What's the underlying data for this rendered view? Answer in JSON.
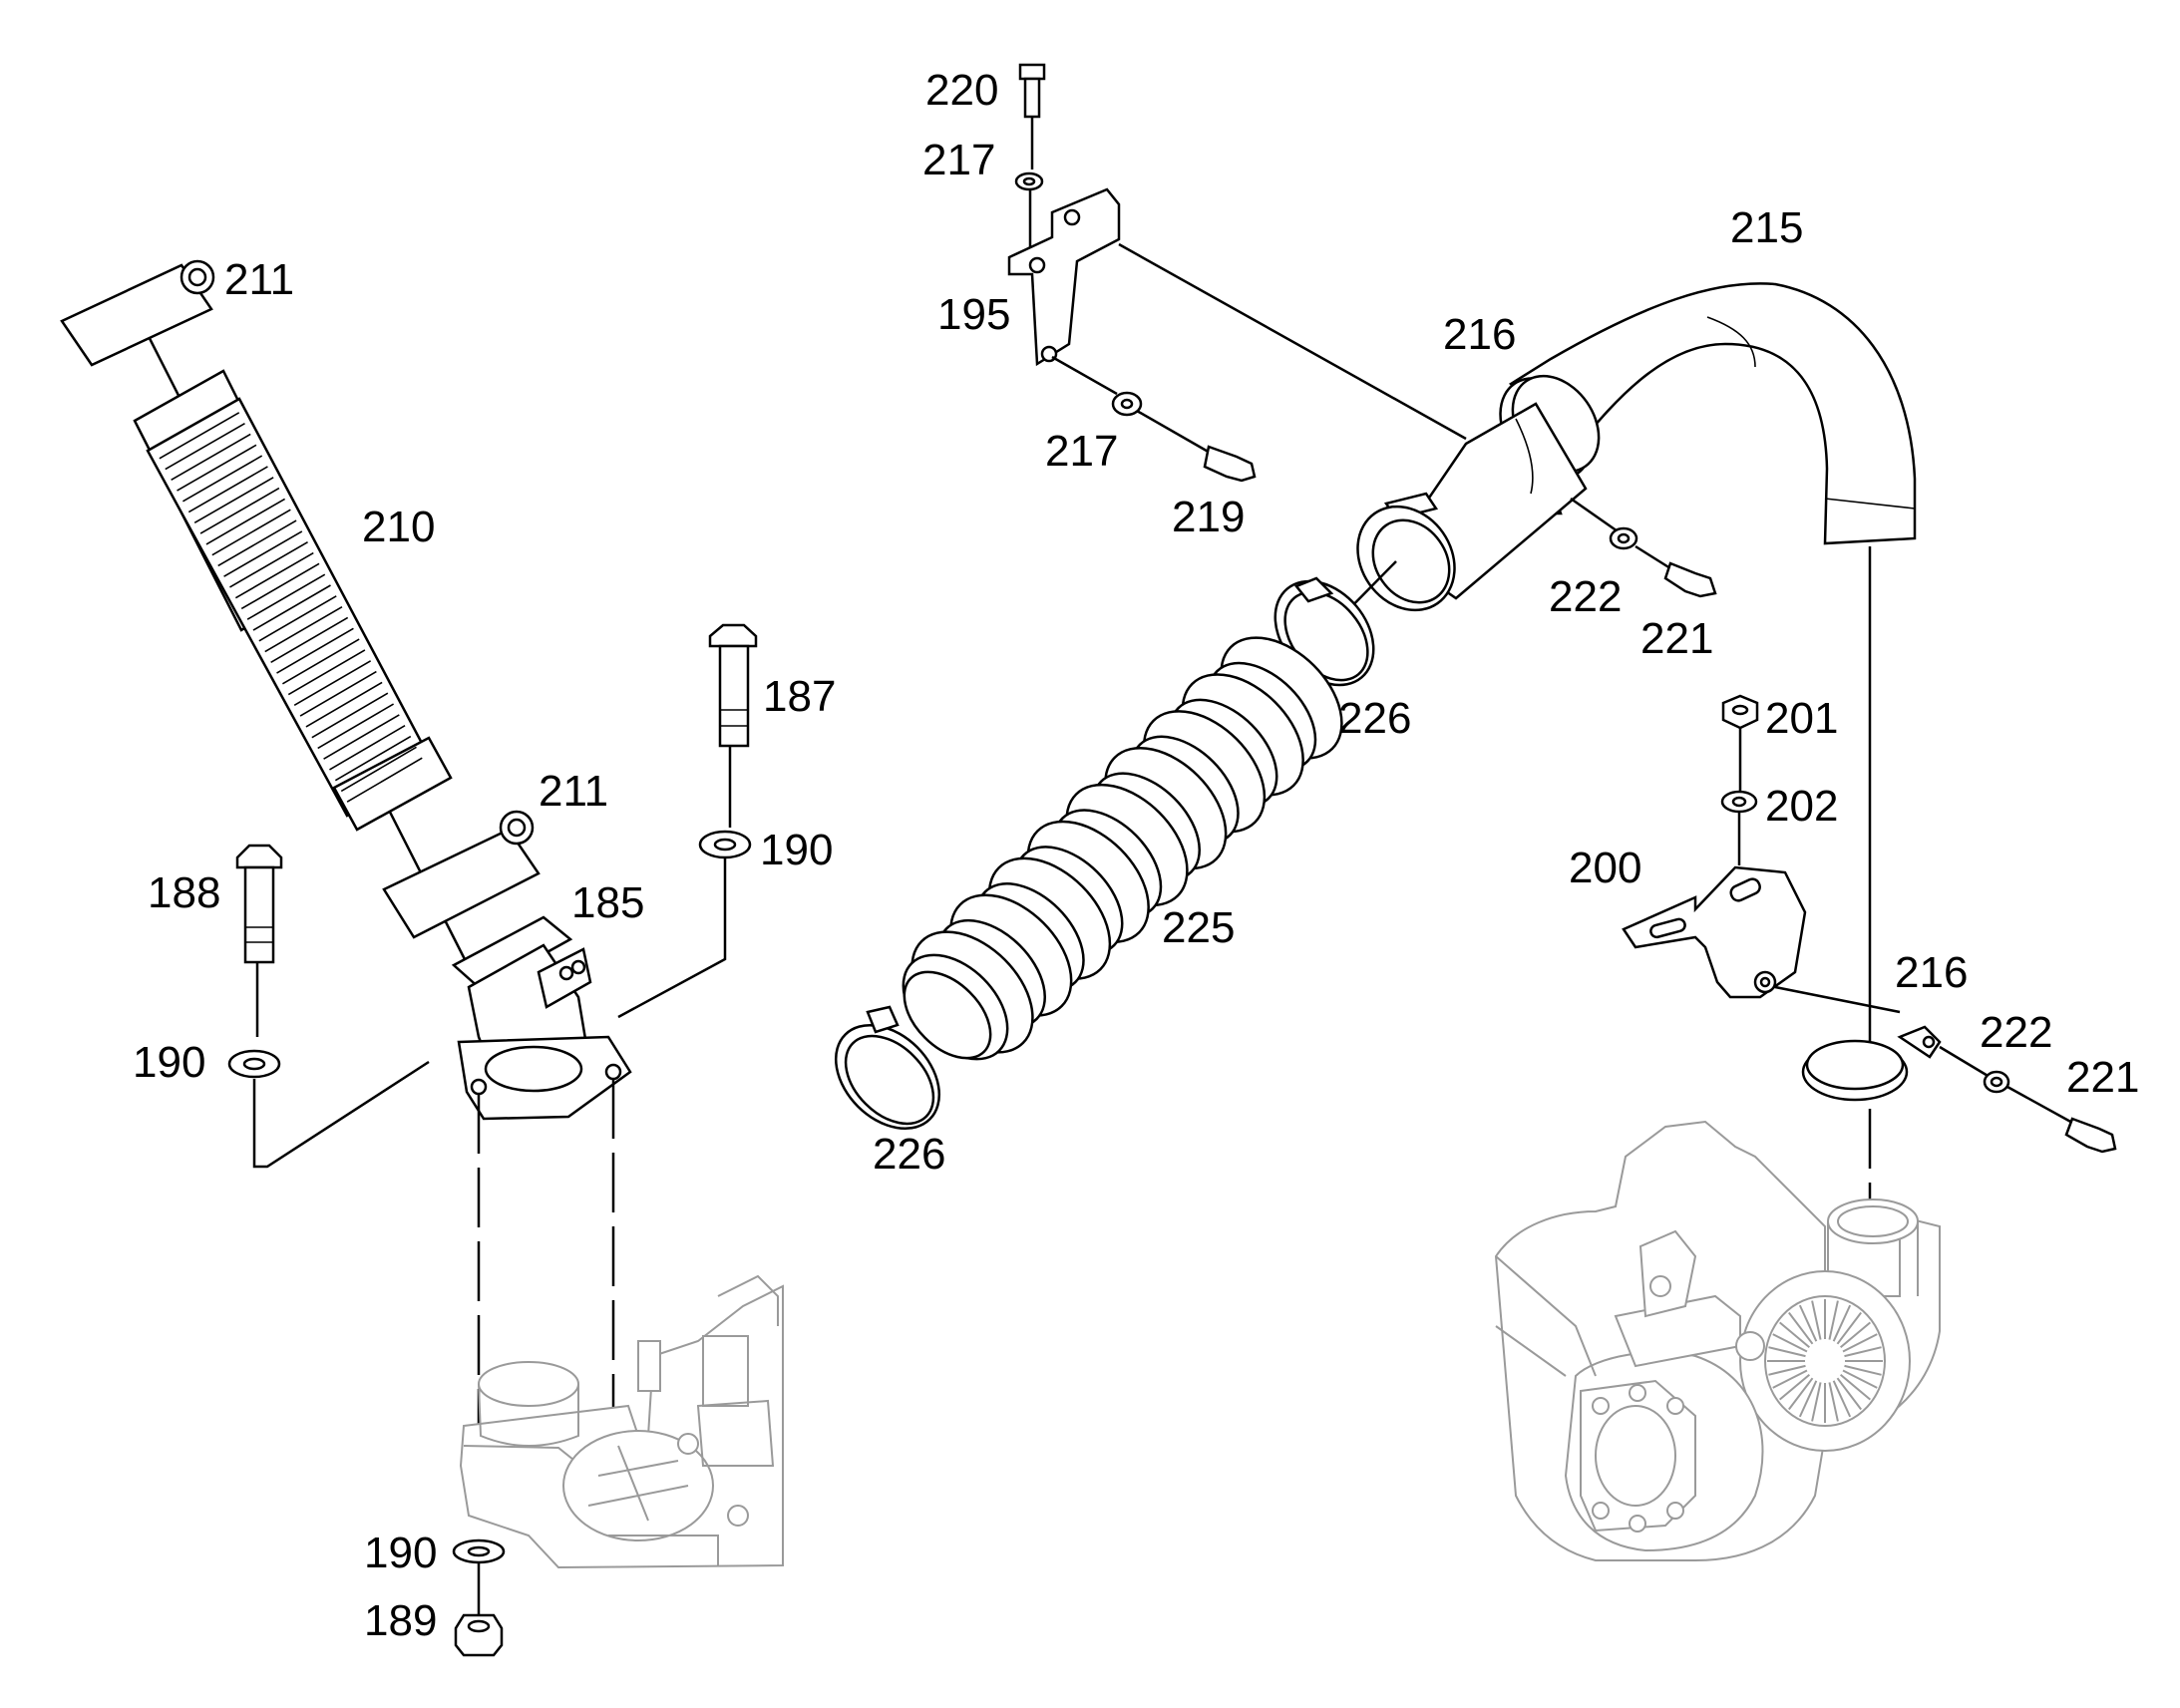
{
  "labels": {
    "p185": "185",
    "p187": "187",
    "p188": "188",
    "p189": "189",
    "p190a": "190",
    "p190b": "190",
    "p190c": "190",
    "p195": "195",
    "p200": "200",
    "p201": "201",
    "p202": "202",
    "p210": "210",
    "p211a": "211",
    "p211b": "211",
    "p215": "215",
    "p216a": "216",
    "p216b": "216",
    "p217a": "217",
    "p217b": "217",
    "p219": "219",
    "p220": "220",
    "p221a": "221",
    "p221b": "221",
    "p222a": "222",
    "p222b": "222",
    "p225": "225",
    "p226a": "226",
    "p226b": "226"
  }
}
